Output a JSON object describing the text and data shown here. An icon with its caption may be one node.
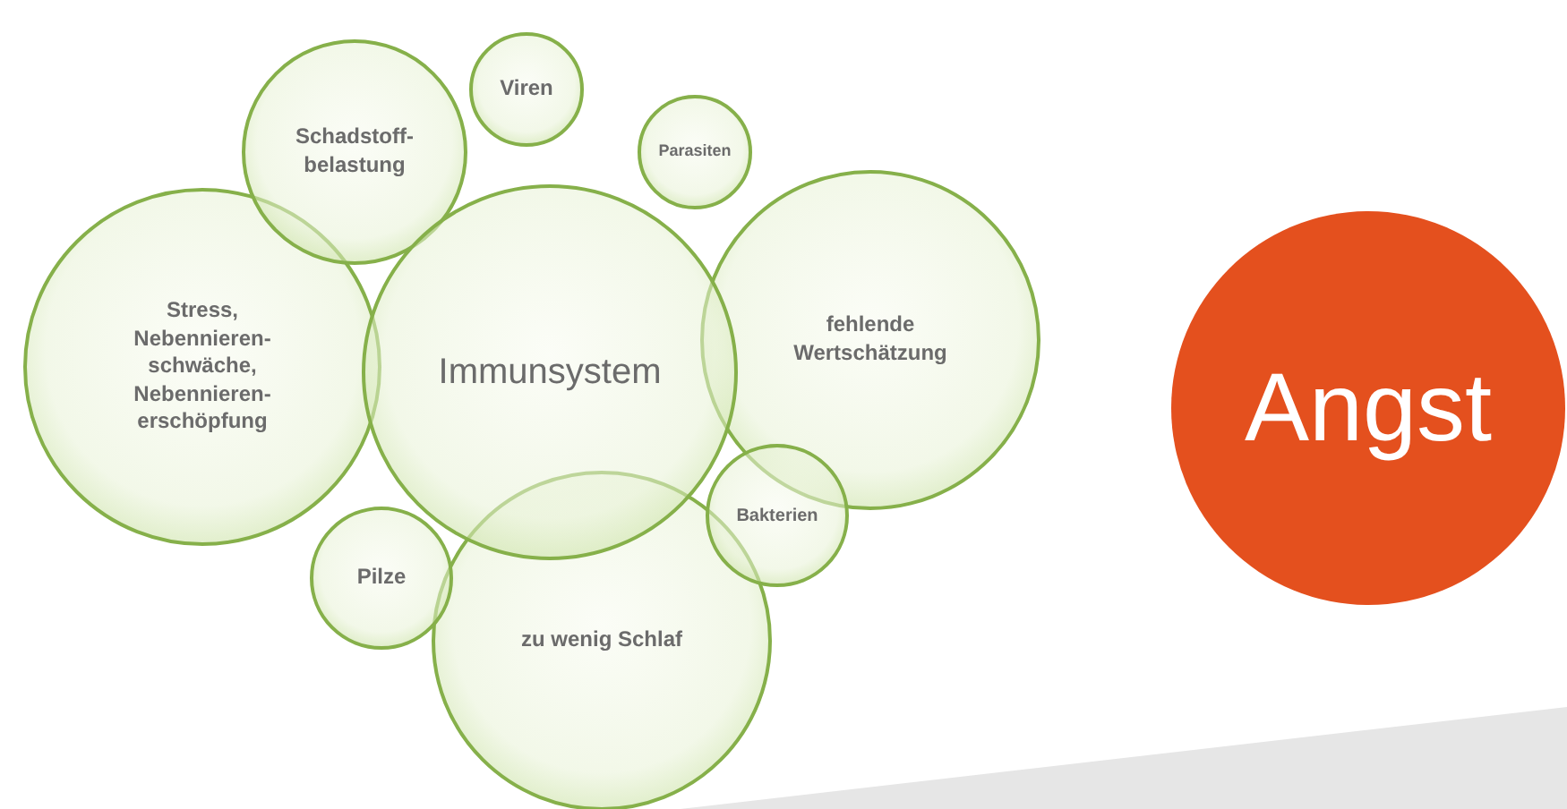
{
  "diagram": {
    "nodes": [
      {
        "text": [
          "Viren"
        ]
      },
      {
        "text": [
          "Schadstoff- belastung"
        ]
      },
      {
        "text": [
          "Parasiten"
        ]
      },
      {
        "text": [
          "Stress, Nebennieren- schwäche, Nebennieren- erschöpfung"
        ]
      },
      {
        "text": [
          "Immunsystem"
        ]
      },
      {
        "text": [
          "fehlende Wertschätzung"
        ]
      },
      {
        "text": [
          "Angst"
        ]
      },
      {
        "text": [
          "Bakterien"
        ]
      },
      {
        "text": [
          "Pilze"
        ]
      },
      {
        "text": [
          "zu wenig Schlaf"
        ]
      }
    ]
  }
}
